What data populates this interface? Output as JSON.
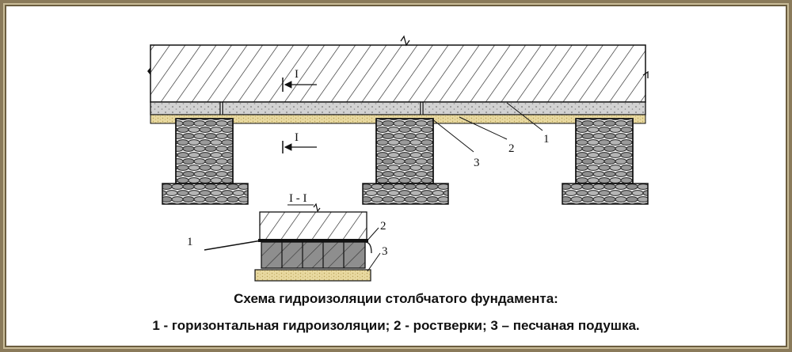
{
  "labels": {
    "section_top": "I",
    "section_bottom": "I",
    "section_title": "I - I",
    "n1": "1",
    "n2": "2",
    "n3": "3",
    "d1": "1",
    "d2": "2",
    "d3": "3"
  },
  "caption": {
    "title": "Схема гидроизоляции столбчатого фундамента:",
    "legend": "1 - горизонтальная гидроизоляции; 2 - ростверки; 3 – песчаная подушка."
  },
  "colors": {
    "frame": "#8a7a5a",
    "sand": "#e8d9a0",
    "concrete": "#cfcfcf",
    "line": "#111111"
  }
}
